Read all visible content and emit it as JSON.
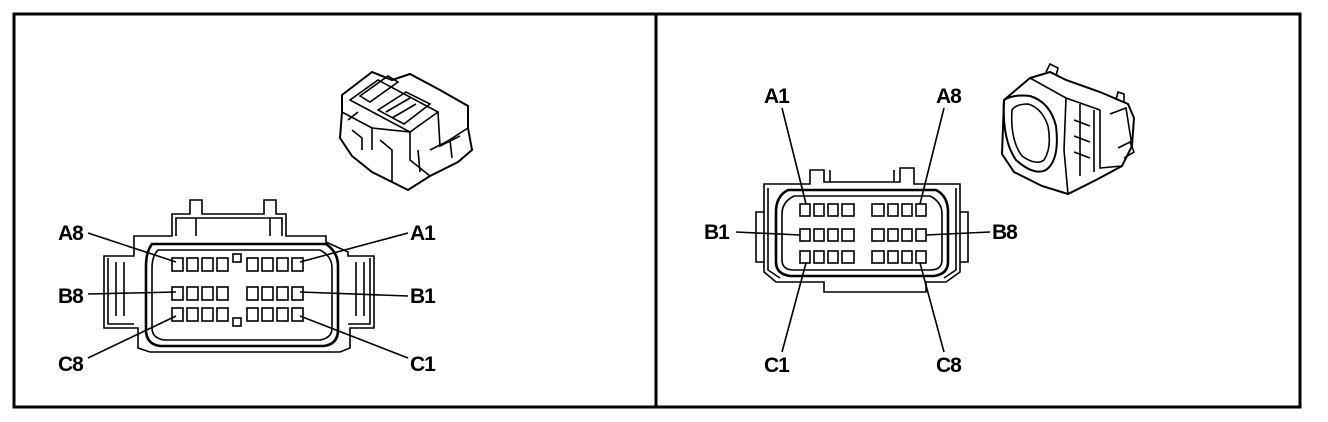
{
  "left_panel": {
    "labels": {
      "a8": "A8",
      "a1": "A1",
      "b8": "B8",
      "b1": "B1",
      "c8": "C8",
      "c1": "C1"
    }
  },
  "right_panel": {
    "labels": {
      "a1": "A1",
      "a8": "A8",
      "b1": "B1",
      "b8": "B8",
      "c1": "C1",
      "c8": "C8"
    }
  }
}
